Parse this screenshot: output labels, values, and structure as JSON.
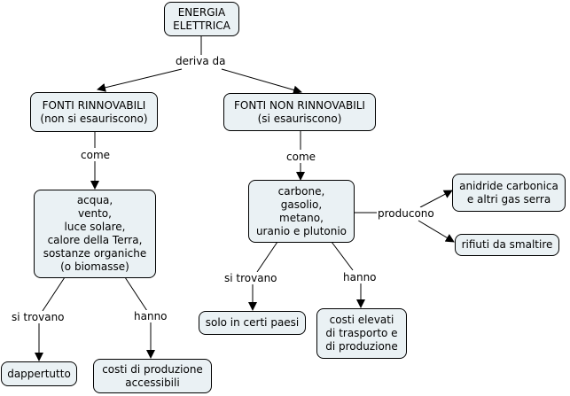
{
  "title": "ENERGIA ELETTRICA concept map",
  "nodes": {
    "root": "ENERGIA\nELETTRICA",
    "renewable": "FONTI RINNOVABILI\n(non si esauriscono)",
    "nonrenewable": "FONTI NON RINNOVABILI\n(si esauriscono)",
    "renewable_examples": "acqua,\nvento,\nluce solare,\ncalore della Terra,\nsostanze organiche\n(o biomasse)",
    "nonrenewable_examples": "carbone,\ngasolio,\nmetano,\nuranio e plutonio",
    "co2": "anidride carbonica\ne altri gas serra",
    "waste": "rifiuti da smaltire",
    "everywhere": "dappertutto",
    "cheap_costs": "costi di produzione\naccessibili",
    "some_countries": "solo in certi paesi",
    "high_costs": "costi elevati\ndi trasporto e\ndi produzione"
  },
  "links": {
    "derives_from": "deriva da",
    "like_left": "come",
    "like_right": "come",
    "produce": "producono",
    "found_left": "si trovano",
    "have_left": "hanno",
    "found_right": "si trovano",
    "have_right": "hanno"
  }
}
